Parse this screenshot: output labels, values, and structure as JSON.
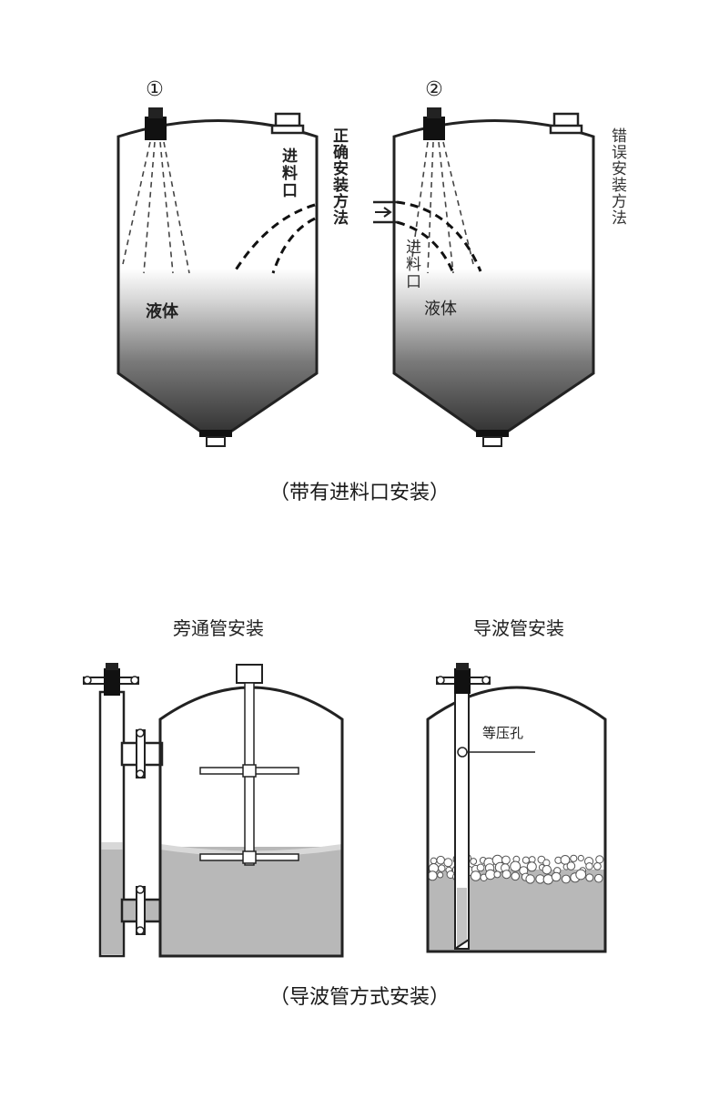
{
  "top": {
    "left_tank": {
      "marker": "①",
      "inlet_label": "进料口",
      "liquid_label": "液体",
      "side_note": "正确安装方法"
    },
    "right_tank": {
      "marker": "②",
      "inlet_label": "进料口",
      "liquid_label": "液体",
      "side_note": "错误安装方法"
    },
    "caption": "（带有进料口安装）"
  },
  "bottom": {
    "left_title": "旁通管安装",
    "right_title": "导波管安装",
    "hole_label": "等压孔",
    "caption": "（导波管方式安装）"
  },
  "colors": {
    "liquid_dark": "#3a3a3a",
    "liquid_light": "#ffffff",
    "gray_fill": "#b9b9b9",
    "outline": "#2a2a2a"
  }
}
